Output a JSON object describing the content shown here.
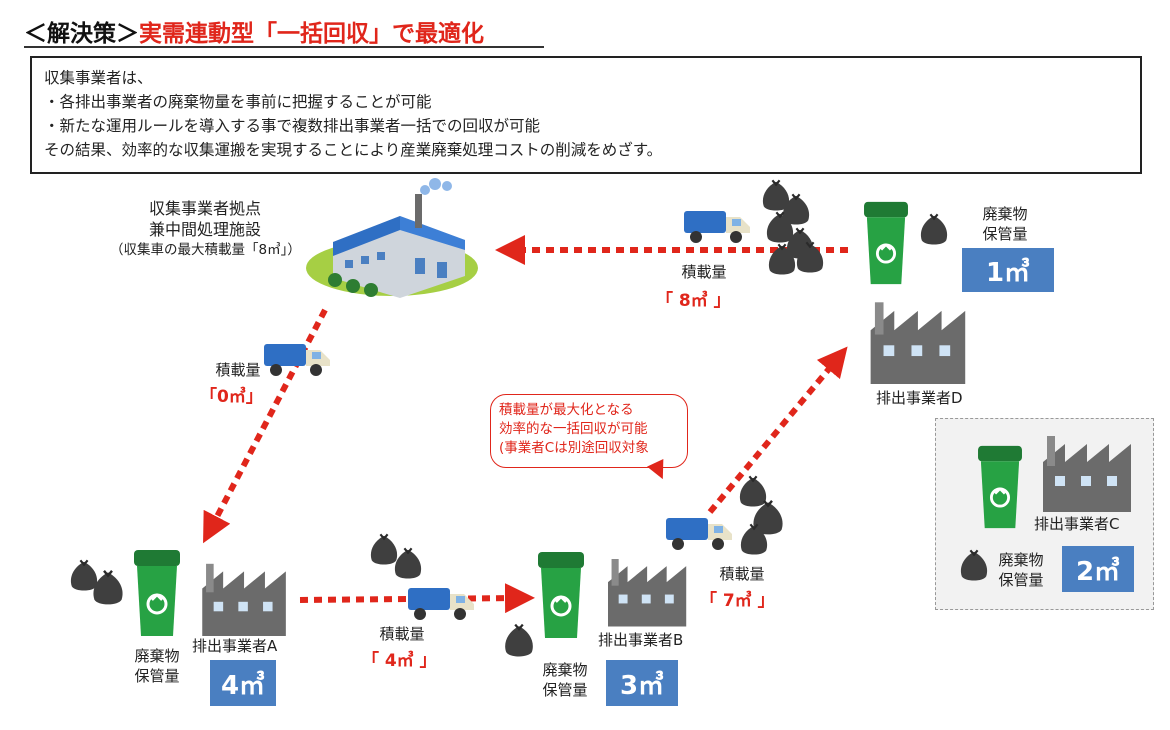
{
  "title": {
    "prefix": "＜解決策＞",
    "main": "実需連動型「一括回収」で最適化"
  },
  "summary": {
    "lines": [
      "収集事業者は、",
      "・各排出事業者の廃棄物量を事前に把握することが可能",
      "・新たな運用ルールを導入する事で複数排出事業者一括での回収が可能",
      "その結果、効率的な収集運搬を実現することにより産業廃棄処理コストの削減をめざす。"
    ]
  },
  "base": {
    "line1": "収集事業者拠点",
    "line2": "兼中間処理施設",
    "line3": "（収集車の最大積載量「8㎥」）"
  },
  "storage_label": {
    "line1": "廃棄物",
    "line2": "保管量"
  },
  "load_label": "積載量",
  "loads": {
    "start": "「0㎥」",
    "after_a": "「 4㎥ 」",
    "after_b": "「 7㎥ 」",
    "after_d": "「 8㎥ 」"
  },
  "sites": {
    "a": {
      "name": "排出事業者A",
      "qty": "4㎥"
    },
    "b": {
      "name": "排出事業者B",
      "qty": "3㎥"
    },
    "c": {
      "name": "排出事業者C",
      "qty": "2㎥"
    },
    "d": {
      "name": "排出事業者D",
      "qty": "1㎥"
    }
  },
  "callout": {
    "line1": "積載量が最大化となる",
    "line2": "効率的な一括回収が可能",
    "line3": "(事業者Cは別途回収対象"
  },
  "colors": {
    "accent_red": "#e0261b",
    "qty_blue": "#4a7fc1",
    "bin_green": "#1f8a3a",
    "factory_gray": "#6b6b6b",
    "truck_blue": "#2f6fc4"
  },
  "icons": [
    "factory-icon",
    "recycle-bin-icon",
    "garbage-bag-icon",
    "truck-icon",
    "warehouse-icon"
  ]
}
